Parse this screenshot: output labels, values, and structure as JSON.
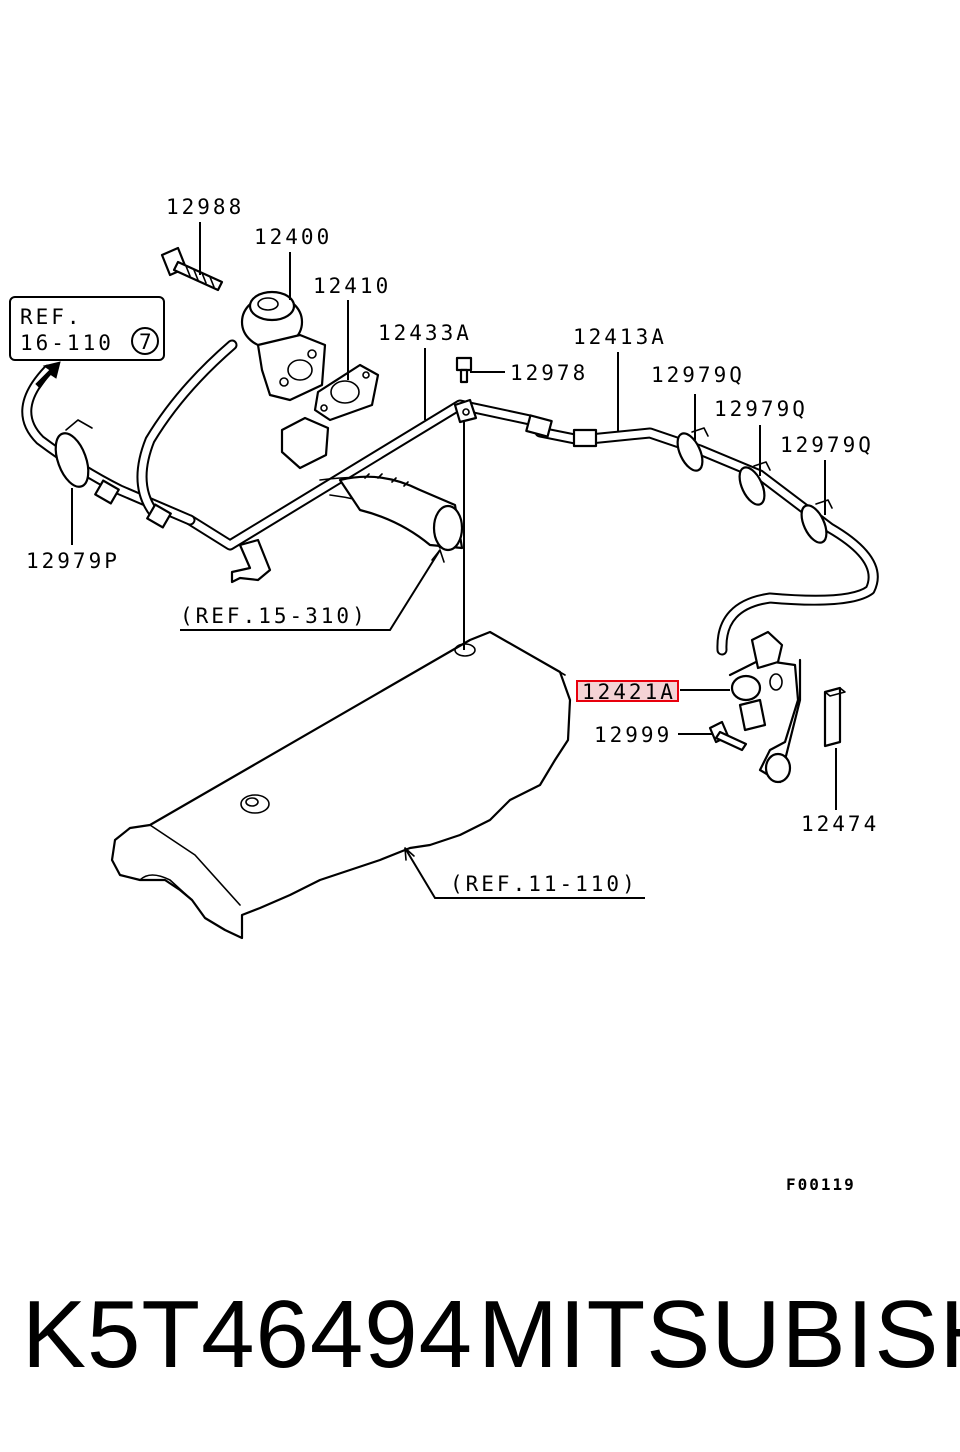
{
  "callouts": {
    "c12988": "12988",
    "c12400": "12400",
    "c12410": "12410",
    "c12433A": "12433A",
    "c12413A": "12413A",
    "c12978": "12978",
    "c12979Q_1": "12979Q",
    "c12979Q_2": "12979Q",
    "c12979Q_3": "12979Q",
    "c12979P": "12979P",
    "c12421A": "12421A",
    "c12999": "12999",
    "c12474": "12474"
  },
  "refs": {
    "ref_box_line1": "REF.",
    "ref_box_line2": "16-110",
    "ref_box_circle": "7",
    "ref_15_310": "(REF.15-310)",
    "ref_11_110": "(REF.11-110)"
  },
  "figure_code": "F00119",
  "caption": {
    "part_number": "K5T46494",
    "brand": "MITSUBISHI"
  },
  "colors": {
    "highlight": "#e8000d",
    "highlight_fill": "#f4d3d5",
    "ink": "#000000"
  }
}
